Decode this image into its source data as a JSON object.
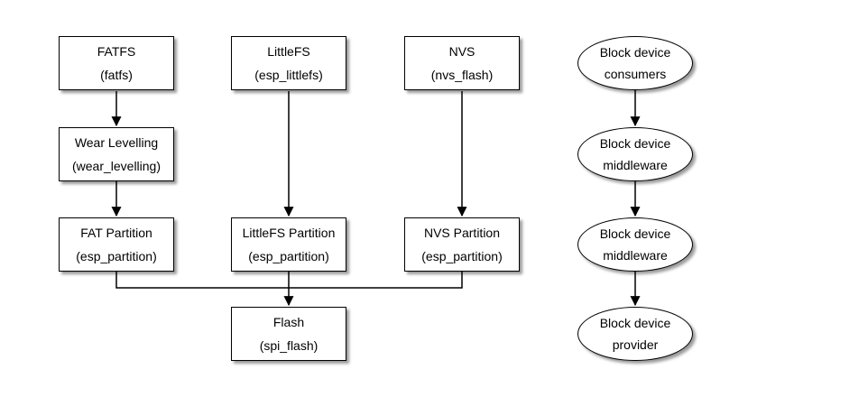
{
  "colors": {
    "background": "#ffffff",
    "node_fill": "#ffffff",
    "node_border": "#000000",
    "connector": "#000000",
    "text": "#000000"
  },
  "nodes": {
    "fatfs": {
      "title": "FATFS",
      "subtitle": "(fatfs)"
    },
    "littlefs": {
      "title": "LittleFS",
      "subtitle": "(esp_littlefs)"
    },
    "nvs": {
      "title": "NVS",
      "subtitle": "(nvs_flash)"
    },
    "wear_levelling": {
      "title": "Wear Levelling",
      "subtitle": "(wear_levelling)"
    },
    "fat_partition": {
      "title": "FAT Partition",
      "subtitle": "(esp_partition)"
    },
    "littlefs_partition": {
      "title": "LittleFS Partition",
      "subtitle": "(esp_partition)"
    },
    "nvs_partition": {
      "title": "NVS Partition",
      "subtitle": "(esp_partition)"
    },
    "flash": {
      "title": "Flash",
      "subtitle": "(spi_flash)"
    }
  },
  "layers": {
    "consumers": {
      "line1": "Block device",
      "line2": "consumers"
    },
    "middleware_top": {
      "line1": "Block device",
      "line2": "middleware"
    },
    "middleware_bottom": {
      "line1": "Block device",
      "line2": "middleware"
    },
    "provider": {
      "line1": "Block device",
      "line2": "provider"
    }
  }
}
